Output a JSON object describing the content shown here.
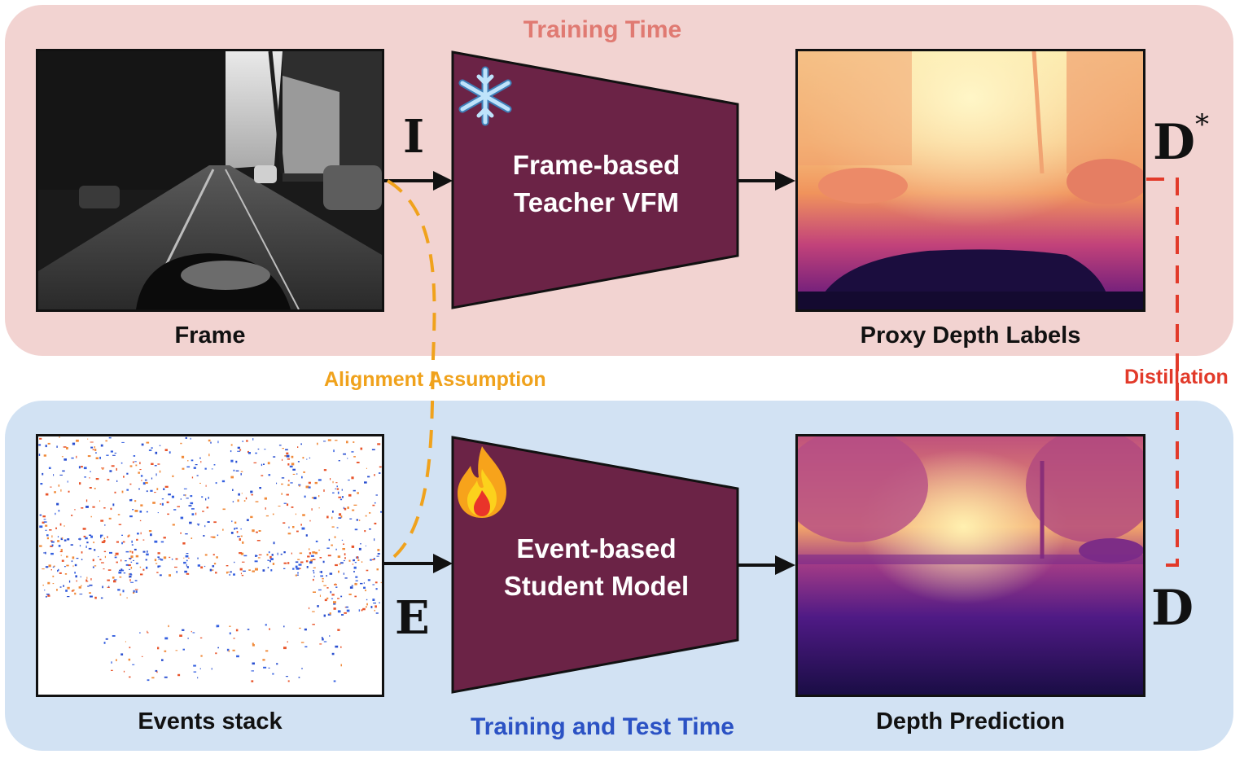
{
  "colors": {
    "top_panel": "#f2d3d1",
    "bottom_panel": "#d2e2f3",
    "block": "#6b2346",
    "training_time": "#e07a72",
    "test_time": "#2b52c4",
    "alignment": "#f0a21c",
    "distillation": "#e23a2a"
  },
  "top": {
    "title": "Training Time",
    "frame_caption": "Frame",
    "input_symbol": "I",
    "block_line1": "Frame-based",
    "block_line2": "Teacher VFM",
    "block_icon": "snowflake-icon",
    "output_caption": "Proxy Depth Labels",
    "output_symbol": "D",
    "output_symbol_sup": "*"
  },
  "bottom": {
    "title": "Training and Test Time",
    "events_caption": "Events stack",
    "input_symbol": "E",
    "block_line1": "Event-based",
    "block_line2": "Student Model",
    "block_icon": "fire-icon",
    "output_caption": "Depth Prediction",
    "output_symbol": "D"
  },
  "connectors": {
    "alignment": "Alignment Assumption",
    "distillation": "Distillation"
  }
}
